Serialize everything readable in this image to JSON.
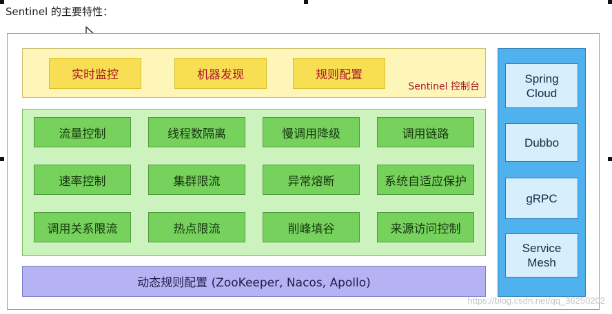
{
  "heading": "Sentinel 的主要特性：",
  "console": {
    "label": "Sentinel 控制台",
    "items": [
      "实时监控",
      "机器发现",
      "规则配置"
    ]
  },
  "features": [
    [
      "流量控制",
      "线程数隔离",
      "慢调用降级",
      "调用链路"
    ],
    [
      "速率控制",
      "集群限流",
      "异常熔断",
      "系统自适应保护"
    ],
    [
      "调用关系限流",
      "热点限流",
      "削峰填谷",
      "来源访问控制"
    ]
  ],
  "dynamic_rules": "动态规则配置 (ZooKeeper, Nacos, Apollo)",
  "integrations": [
    {
      "line1": "Spring",
      "line2": "Cloud"
    },
    {
      "line1": "Dubbo",
      "line2": ""
    },
    {
      "line1": "gRPC",
      "line2": ""
    },
    {
      "line1": "Service",
      "line2": "Mesh"
    }
  ],
  "watermark": "https://blog.csdn.net/qq_36250202"
}
